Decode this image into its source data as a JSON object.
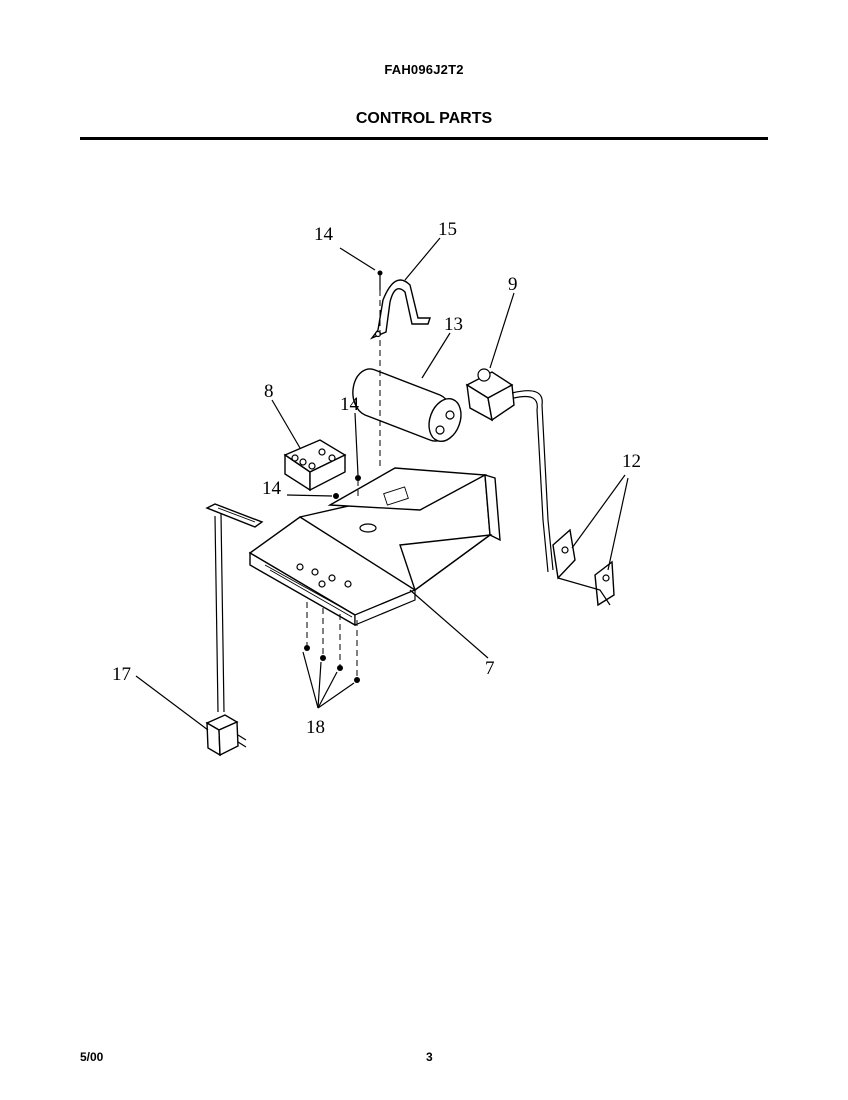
{
  "header": {
    "model_number": "FAH096J2T2",
    "section_title": "CONTROL PARTS"
  },
  "callouts": {
    "c7": "7",
    "c8": "8",
    "c9": "9",
    "c12": "12",
    "c13": "13",
    "c14a": "14",
    "c14b": "14",
    "c14c": "14",
    "c15": "15",
    "c17": "17",
    "c18": "18"
  },
  "footer": {
    "date": "5/00",
    "page_number": "3"
  }
}
